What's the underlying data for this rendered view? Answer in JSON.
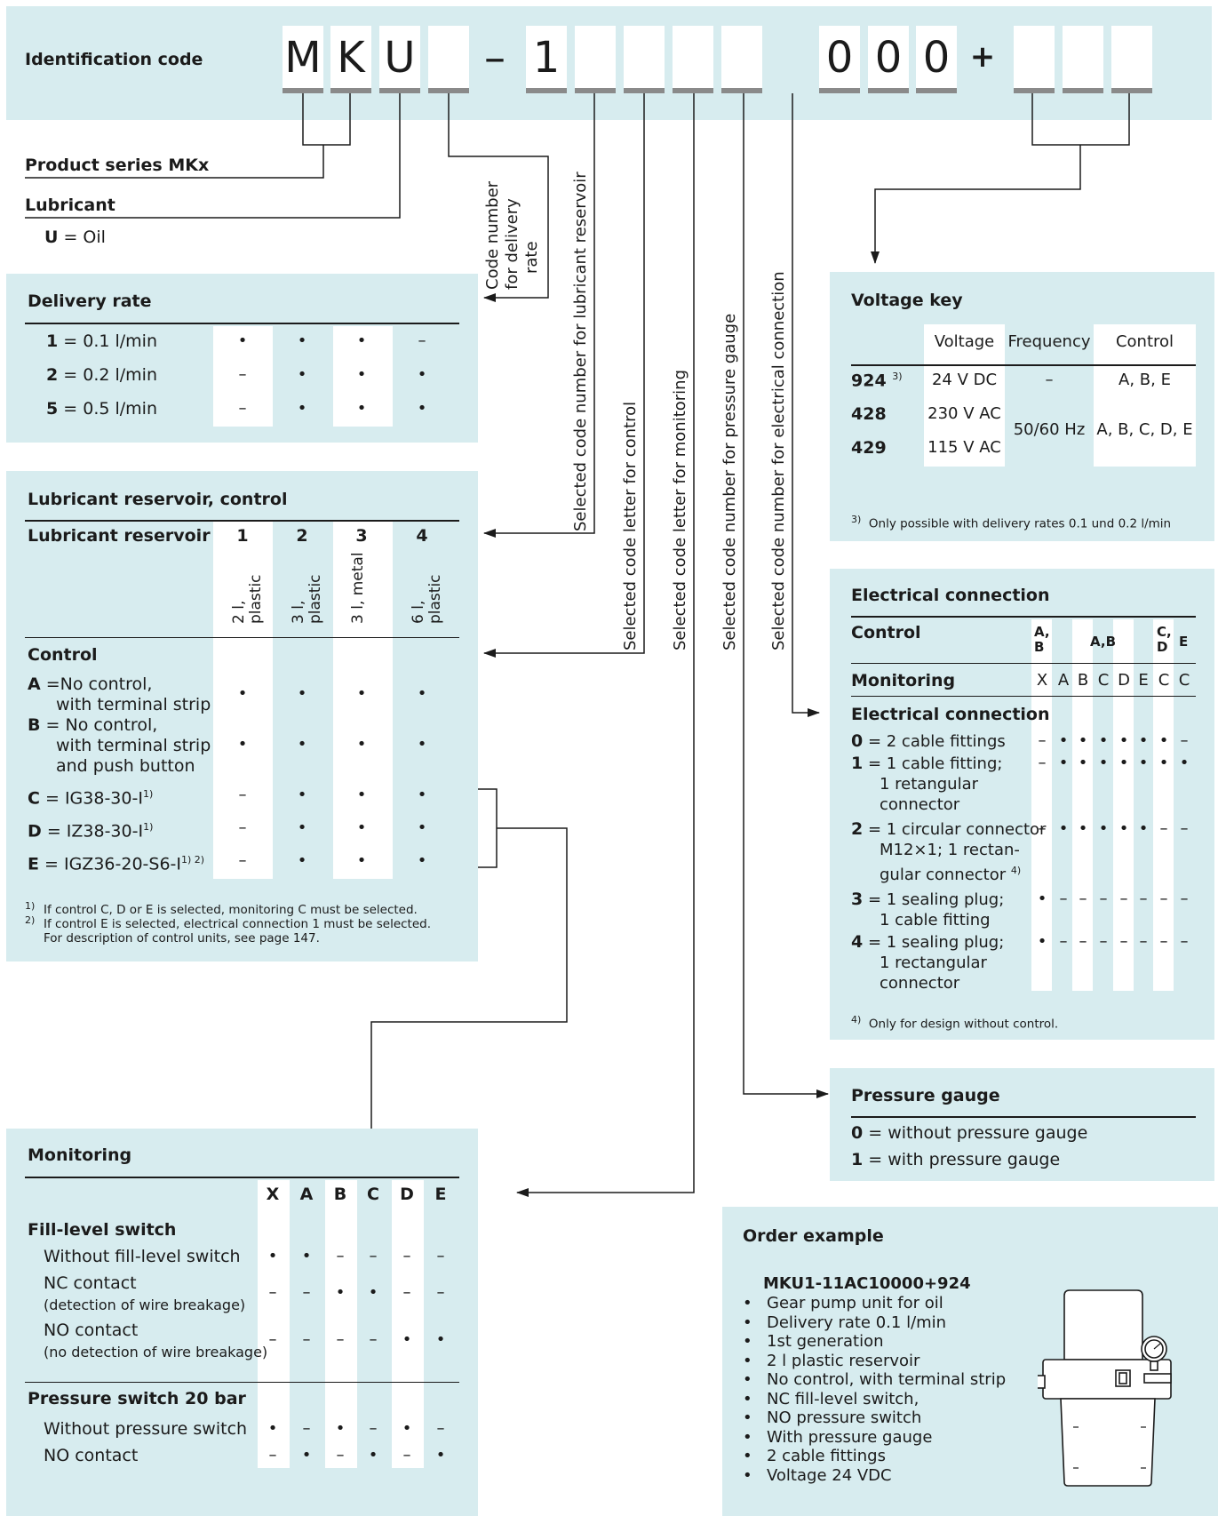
{
  "identification": {
    "label": "Identification code",
    "boxes": [
      "M",
      "K",
      "U",
      "",
      "–",
      "1",
      "",
      "",
      "",
      "",
      "0",
      "0",
      "0",
      "+",
      "",
      "",
      ""
    ]
  },
  "product_series": {
    "label": "Product series MKx"
  },
  "lubricant": {
    "label": "Lubricant",
    "key": "U",
    "value": " = Oil"
  },
  "vertical_labels": {
    "delivery": [
      "Code number",
      "for delivery",
      "rate"
    ],
    "reservoir": "Selected code number for lubricant reservoir",
    "control": "Selected code letter for control",
    "monitoring": "Selected code letter for monitoring",
    "gauge": "Selected code number for pressure gauge",
    "electrical": "Selected code number for electrical connection"
  },
  "delivery_rate": {
    "title": "Delivery rate",
    "rows": [
      {
        "code": "1",
        "label": " = 0.1 l/min",
        "marks": [
          "•",
          "•",
          "•",
          "–"
        ]
      },
      {
        "code": "2",
        "label": " = 0.2 l/min",
        "marks": [
          "–",
          "•",
          "•",
          "•"
        ]
      },
      {
        "code": "5",
        "label": " = 0.5 l/min",
        "marks": [
          "–",
          "•",
          "•",
          "•"
        ]
      }
    ]
  },
  "reservoir_control": {
    "title": "Lubricant reservoir, control",
    "reservoir_label": "Lubricant reservoir",
    "columns": [
      {
        "num": "1",
        "l1": "2 l,",
        "l2": "plastic"
      },
      {
        "num": "2",
        "l1": "3 l,",
        "l2": "plastic"
      },
      {
        "num": "3",
        "l1": "3 l, metal",
        "l2": ""
      },
      {
        "num": "4",
        "l1": "6 l,",
        "l2": "plastic"
      }
    ],
    "control_label": "Control",
    "rows": [
      {
        "code": "A",
        "lines": [
          " =No control,",
          "with terminal strip"
        ],
        "marks": [
          "•",
          "•",
          "•",
          "•"
        ]
      },
      {
        "code": "B",
        "lines": [
          " = No control,",
          "with terminal strip",
          "and push button"
        ],
        "marks": [
          "•",
          "•",
          "•",
          "•"
        ]
      },
      {
        "code": "C",
        "lines": [
          " = IG38-30-I"
        ],
        "sup": "1)",
        "marks": [
          "–",
          "•",
          "•",
          "•"
        ]
      },
      {
        "code": "D",
        "lines": [
          " = IZ38-30-I"
        ],
        "sup": "1)",
        "marks": [
          "–",
          "•",
          "•",
          "•"
        ]
      },
      {
        "code": "E",
        "lines": [
          " = IGZ36-20-S6-I"
        ],
        "sup": "1) 2)",
        "marks": [
          "–",
          "•",
          "•",
          "•"
        ]
      }
    ],
    "footnotes": [
      {
        "n": "1)",
        "text": "If control C, D or E is selected, monitoring C must be selected."
      },
      {
        "n": "2)",
        "text": "If control E is selected, electrical connection 1 must be selected."
      },
      {
        "n": "",
        "text": "For description of control units, see page 147."
      }
    ]
  },
  "voltage_key": {
    "title": "Voltage key",
    "headers": [
      "Voltage",
      "Frequency",
      "Control"
    ],
    "rows": [
      {
        "code": "924",
        "sup": "3)",
        "voltage": "24 V DC",
        "frequency": "–",
        "control": "A, B, E"
      },
      {
        "code": "428",
        "voltage": "230 V AC"
      },
      {
        "code": "429",
        "voltage": "115 V AC"
      }
    ],
    "shared_frequency": "50/60 Hz",
    "shared_control": "A, B, C, D, E",
    "footnote_n": "3)",
    "footnote": "Only possible with delivery rates 0.1 und 0.2 l/min"
  },
  "electrical": {
    "title": "Electrical connection",
    "control_label": "Control",
    "control_heads": [
      "A, B",
      "A,B",
      "C, D",
      "E"
    ],
    "monitoring_label": "Monitoring",
    "monitoring_heads": [
      "X",
      "A",
      "B",
      "C",
      "D",
      "E",
      "C",
      "C"
    ],
    "connection_label": "Electrical connection",
    "rows": [
      {
        "code": "0",
        "lines": [
          " = 2 cable fittings"
        ],
        "marks": [
          "–",
          "•",
          "•",
          "•",
          "•",
          "•",
          "•",
          "–"
        ]
      },
      {
        "code": "1",
        "lines": [
          " = 1 cable fitting;",
          "1 retangular",
          "connector"
        ],
        "marks": [
          "–",
          "•",
          "•",
          "•",
          "•",
          "•",
          "•",
          "•"
        ]
      },
      {
        "code": "2",
        "lines": [
          " = 1 circular connector",
          "M12×1; 1 rectan-",
          "gular connector"
        ],
        "sup": "4)",
        "marks": [
          "–",
          "•",
          "•",
          "•",
          "•",
          "•",
          "–",
          "–"
        ]
      },
      {
        "code": "3",
        "lines": [
          " = 1 sealing plug;",
          "1 cable fitting"
        ],
        "marks": [
          "•",
          "–",
          "–",
          "–",
          "–",
          "–",
          "–",
          "–"
        ]
      },
      {
        "code": "4",
        "lines": [
          " = 1 sealing plug;",
          "1 rectangular",
          "connector"
        ],
        "marks": [
          "•",
          "–",
          "–",
          "–",
          "–",
          "–",
          "–",
          "–"
        ]
      }
    ],
    "footnote_n": "4)",
    "footnote": "Only for design without control."
  },
  "pressure_gauge": {
    "title": "Pressure gauge",
    "rows": [
      {
        "code": "0",
        "label": " = without pressure gauge"
      },
      {
        "code": "1",
        "label": " = with pressure gauge"
      }
    ]
  },
  "monitoring": {
    "title": "Monitoring",
    "heads": [
      "X",
      "A",
      "B",
      "C",
      "D",
      "E"
    ],
    "fill_title": "Fill-level switch",
    "fill_rows": [
      {
        "l1": "Without fill-level switch",
        "l2": "",
        "marks": [
          "•",
          "•",
          "–",
          "–",
          "–",
          "–"
        ]
      },
      {
        "l1": "NC contact",
        "l2": "(detection of wire breakage)",
        "marks": [
          "–",
          "–",
          "•",
          "•",
          "–",
          "–"
        ]
      },
      {
        "l1": "NO contact",
        "l2": "(no detection of wire breakage)",
        "marks": [
          "–",
          "–",
          "–",
          "–",
          "•",
          "•"
        ]
      }
    ],
    "pressure_title": "Pressure switch 20 bar",
    "pressure_rows": [
      {
        "l1": "Without pressure switch",
        "marks": [
          "•",
          "–",
          "•",
          "–",
          "•",
          "–"
        ]
      },
      {
        "l1": "NO contact",
        "marks": [
          "–",
          "•",
          "–",
          "•",
          "–",
          "•"
        ]
      }
    ]
  },
  "order_example": {
    "title": "Order example",
    "code": "MKU1-11AC10000+924",
    "items": [
      "Gear pump unit for oil",
      "Delivery rate 0.1 l/min",
      "1st generation",
      "2 l plastic reservoir",
      "No control, with terminal strip",
      "NC fill-level switch,",
      "NO pressure switch",
      "With pressure gauge",
      "2 cable fittings",
      "Voltage 24 VDC"
    ]
  }
}
